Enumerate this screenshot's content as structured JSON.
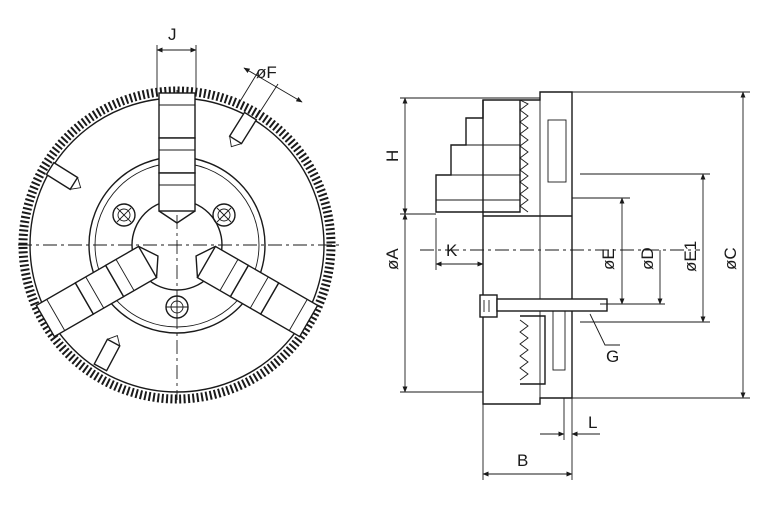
{
  "labels": {
    "J": "J",
    "F": "øF",
    "H": "H",
    "A": "øA",
    "K": "K",
    "E": "øE",
    "D": "øD",
    "E1": "øE1",
    "C": "øC",
    "G": "G",
    "L": "L",
    "B": "B"
  },
  "colors": {
    "ink": "#1a1a1a",
    "paper": "#ffffff"
  }
}
